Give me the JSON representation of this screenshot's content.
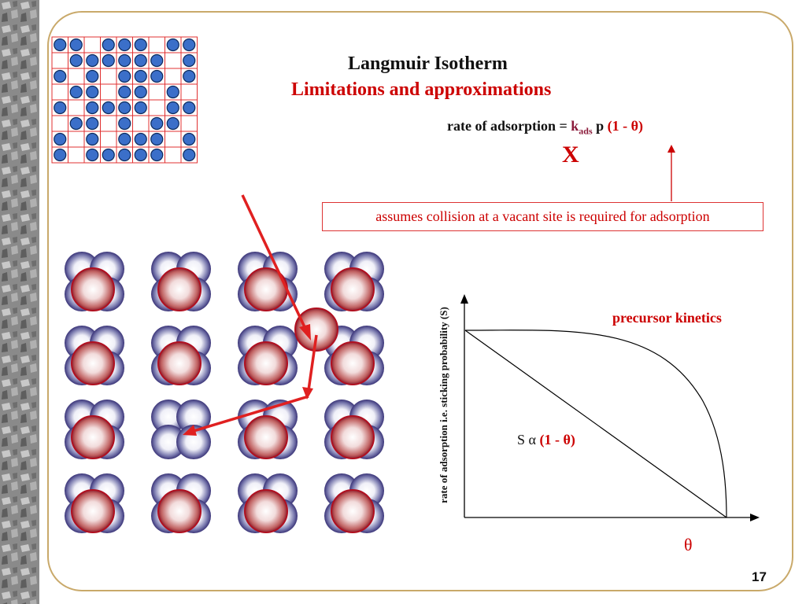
{
  "slide": {
    "title": "Langmuir Isotherm",
    "subtitle": "Limitations and approximations",
    "page_number": "17"
  },
  "equation": {
    "lhs": "rate of adsorption = ",
    "k": "k",
    "k_sub": "ads",
    "p": " p ",
    "factor": "(1 - θ)"
  },
  "cross_mark": "X",
  "note_box": "assumes collision at a vacant site is required for adsorption",
  "graph": {
    "y_label": "rate of adsorption i.e. sticking probability (S)",
    "x_label": "θ",
    "curve_label": "precursor kinetics",
    "line_label_prefix": "S α ",
    "line_label_factor": "(1 - θ)"
  },
  "grid": {
    "rows": 8,
    "cols": 9,
    "occupancy": [
      "110111011",
      "011111101",
      "101011101",
      "011011010",
      "101111011",
      "011010110",
      "101011101",
      "101111101"
    ]
  },
  "colors": {
    "accent_red": "#cc0000",
    "panel_border": "#c9a96a",
    "adsorbate_blue": "#3b6fc9"
  }
}
